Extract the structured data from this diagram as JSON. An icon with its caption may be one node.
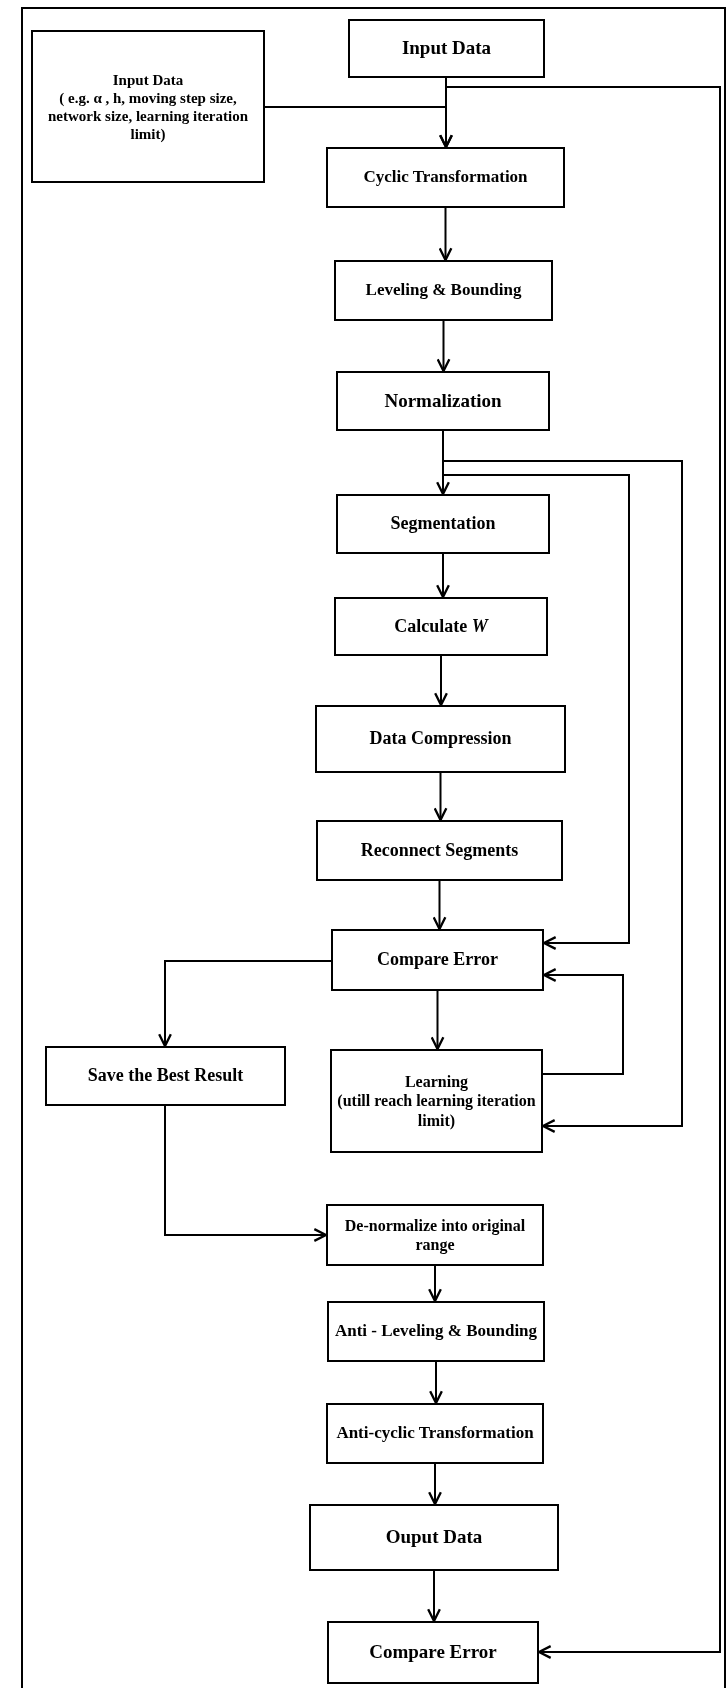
{
  "diagram": {
    "nodes": [
      {
        "text": [
          "Input Data",
          "( e.g. α , h, moving step size, network size, learning iteration limit)"
        ]
      },
      {
        "text": [
          "Input Data"
        ]
      },
      {
        "text": [
          "Cyclic Transformation"
        ]
      },
      {
        "text": [
          "Leveling & Bounding"
        ]
      },
      {
        "text": [
          "Normalization"
        ]
      },
      {
        "text": [
          "Segmentation"
        ]
      },
      {
        "text": [
          "Calculate *W*"
        ]
      },
      {
        "text": [
          "Data Compression"
        ]
      },
      {
        "text": [
          "Reconnect Segments"
        ]
      },
      {
        "text": [
          "Compare Error"
        ]
      },
      {
        "text": [
          "Save the Best Result"
        ]
      },
      {
        "text": [
          "Learning",
          "(utill reach learning iteration limit)"
        ]
      },
      {
        "text": [
          "De-normalize into original range"
        ]
      },
      {
        "text": [
          "Anti - Leveling & Bounding"
        ]
      },
      {
        "text": [
          "Anti-cyclic Transformation"
        ]
      },
      {
        "text": [
          "Ouput Data"
        ]
      },
      {
        "text": [
          "Compare Error"
        ]
      }
    ],
    "edges": [
      {
        "from": 0,
        "to": 2,
        "arrow": "to"
      },
      {
        "from": 1,
        "to": 2,
        "arrow": "to"
      },
      {
        "from": 1,
        "to": 16,
        "arrow": "to"
      },
      {
        "from": 2,
        "to": 3,
        "arrow": "to"
      },
      {
        "from": 3,
        "to": 4,
        "arrow": "to"
      },
      {
        "from": 4,
        "to": 5,
        "arrow": "to"
      },
      {
        "from": 4,
        "to": 9,
        "arrow": "to"
      },
      {
        "from": 4,
        "to": 11,
        "arrow": "to"
      },
      {
        "from": 5,
        "to": 6,
        "arrow": "to"
      },
      {
        "from": 6,
        "to": 7,
        "arrow": "to"
      },
      {
        "from": 7,
        "to": 8,
        "arrow": "to"
      },
      {
        "from": 8,
        "to": 9,
        "arrow": "to"
      },
      {
        "from": 9,
        "to": 10,
        "arrow": "to"
      },
      {
        "from": 9,
        "to": 11,
        "arrow": "to"
      },
      {
        "from": 11,
        "to": 9,
        "arrow": "to"
      },
      {
        "from": 10,
        "to": 12,
        "arrow": "to"
      },
      {
        "from": 12,
        "to": 13,
        "arrow": "to"
      },
      {
        "from": 13,
        "to": 14,
        "arrow": "to"
      },
      {
        "from": 14,
        "to": 15,
        "arrow": "to"
      },
      {
        "from": 15,
        "to": 16,
        "arrow": "to"
      }
    ]
  }
}
